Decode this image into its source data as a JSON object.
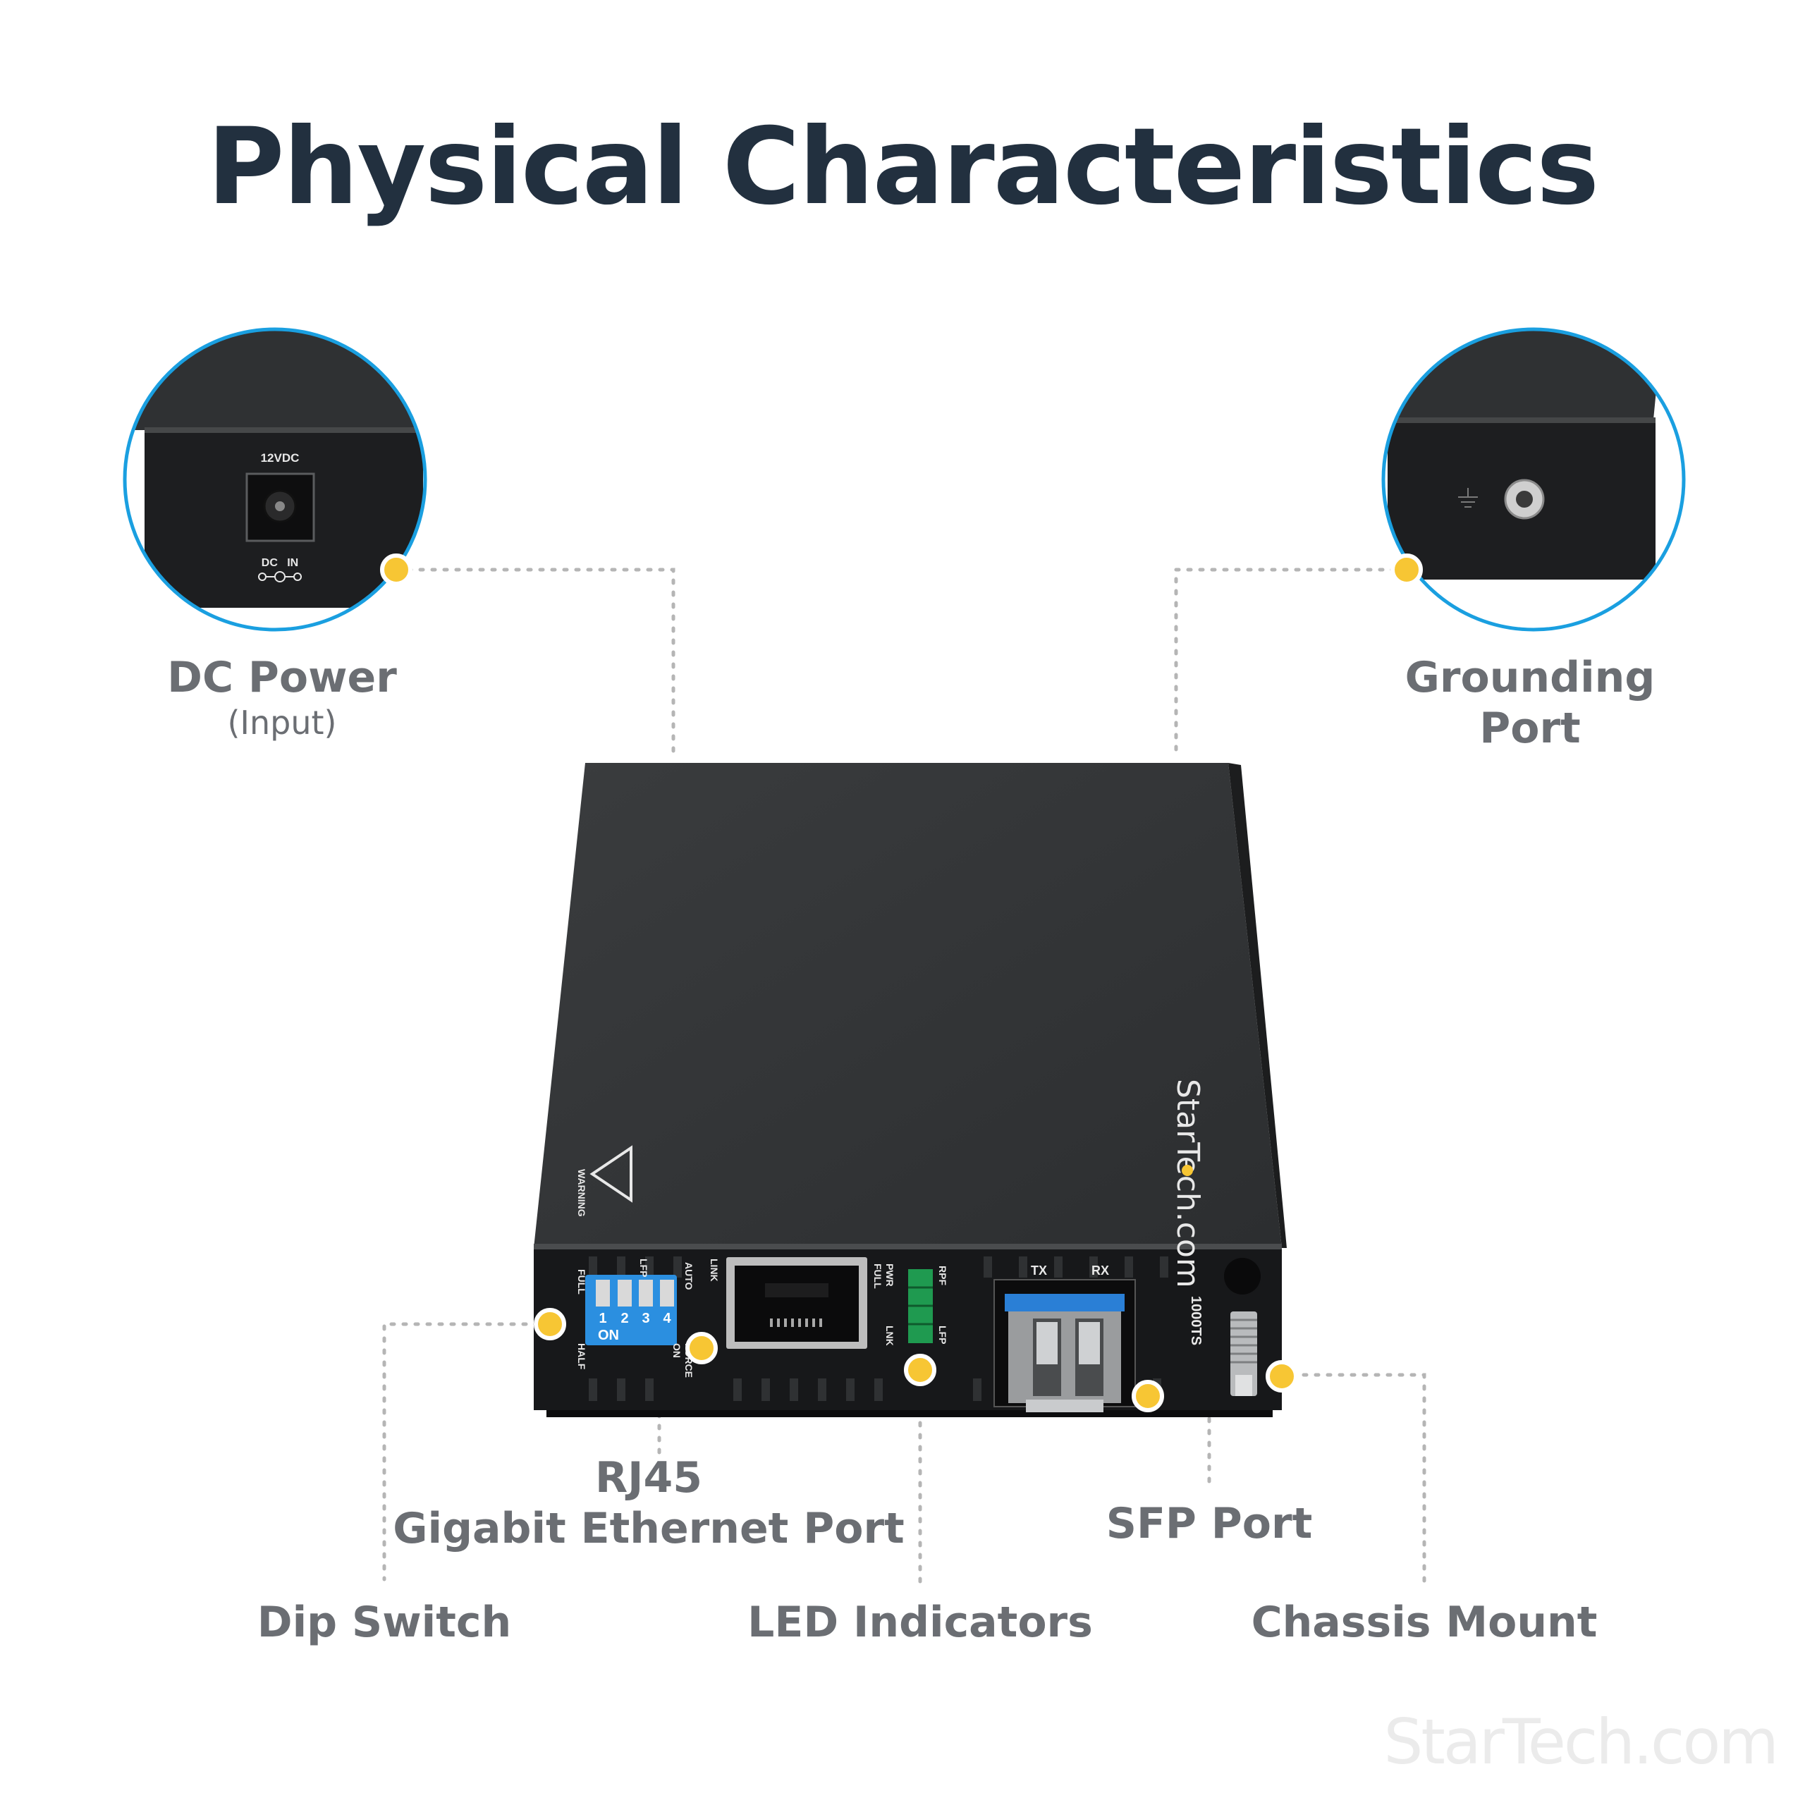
{
  "title": "Physical Characteristics",
  "callouts": {
    "dc_power": {
      "label": "DC Power",
      "sublabel": "(Input)"
    },
    "grounding_port": {
      "label_line1": "Grounding",
      "label_line2": "Port"
    },
    "rj45": {
      "label_line1": "RJ45",
      "label_line2": "Gigabit Ethernet Port"
    },
    "sfp_port": {
      "label": "SFP Port"
    },
    "dip_switch": {
      "label": "Dip Switch"
    },
    "led_indicators": {
      "label": "LED Indicators"
    },
    "chassis_mount": {
      "label": "Chassis Mount"
    }
  },
  "device": {
    "brand": "StarTech.com",
    "power_jack_label": "12VDC",
    "dc_in_label": "DC   IN",
    "warning_label": "WARNING",
    "model_label": "1000TS",
    "dip_numbers": [
      "1",
      "2",
      "3",
      "4"
    ],
    "dip_on": "ON",
    "dip_labels": [
      "FULL",
      "HALF",
      "LFP",
      "ON",
      "AUTO",
      "FORCE"
    ],
    "led_labels": [
      "LINK",
      "PWR",
      "FULL",
      "LNK",
      "RPF",
      "LFP"
    ],
    "sfp_labels": [
      "TX",
      "RX"
    ]
  },
  "watermark": "StarTech.com",
  "colors": {
    "title": "#22303f",
    "label": "#6b6e73",
    "callout_dot": "#f7c634",
    "circle_border": "#1a9fe0",
    "device_body": "#303234",
    "led_green": "#22a556"
  }
}
